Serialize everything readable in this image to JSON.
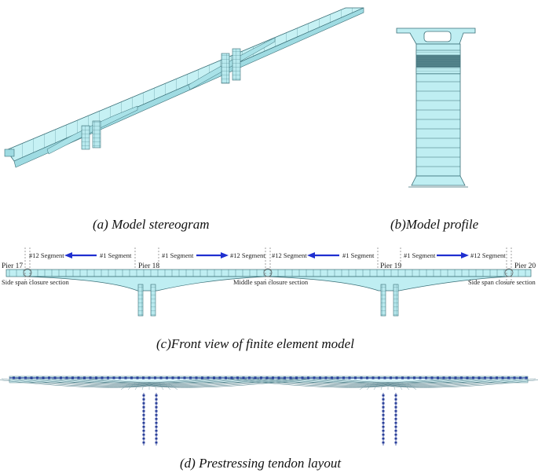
{
  "captions": {
    "a": "(a) Model stereogram",
    "b": "(b)Model profile",
    "c": "(c)Front view of finite element model",
    "d": "(d) Prestressing tendon layout"
  },
  "front_view": {
    "piers": [
      "Pier 17",
      "Pier 18",
      "Pier 19",
      "Pier 20"
    ],
    "closures": [
      "Side span closure section",
      "Middle span closure section",
      "Side span closure section"
    ],
    "segment_labels": {
      "s12": "#12 Segment",
      "s1": "#1 Segment"
    }
  },
  "colors": {
    "cyan": "#bfeff2",
    "cyan_mid": "#a8e4ea",
    "line": "#3a6f77",
    "arrow": "#1f2fd0",
    "tendon": "#2a3f9a"
  }
}
